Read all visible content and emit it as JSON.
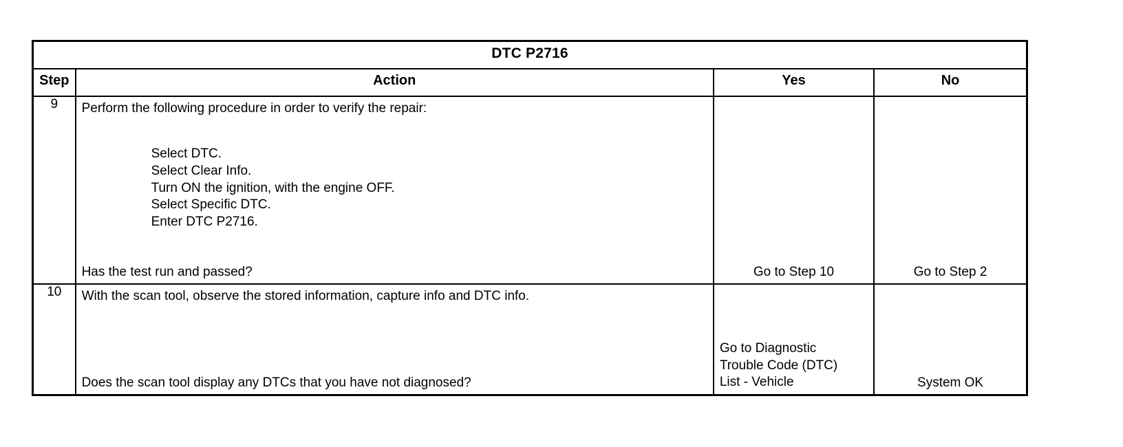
{
  "document": {
    "title": "DTC P2716",
    "type": "diagnostic-step-table"
  },
  "table": {
    "columns": {
      "step": "Step",
      "action": "Action",
      "yes": "Yes",
      "no": "No"
    },
    "rows": [
      {
        "step": "9",
        "action": {
          "lead": "Perform the following procedure in order to verify the repair:",
          "items": [
            "Select DTC.",
            "Select Clear Info.",
            "Turn ON the ignition, with the engine OFF.",
            "Select Specific DTC.",
            "Enter DTC P2716."
          ],
          "question": "Has the test run and passed?"
        },
        "yes": "Go to Step 10",
        "no": "Go to Step 2"
      },
      {
        "step": "10",
        "action": {
          "lead": "With the scan tool, observe the stored information, capture info and DTC info.",
          "items": [],
          "question": "Does the scan tool display any DTCs that you have not diagnosed?"
        },
        "yes_lines": [
          "Go to Diagnostic",
          "Trouble Code (DTC)",
          "List - Vehicle"
        ],
        "no": "System OK"
      }
    ]
  }
}
